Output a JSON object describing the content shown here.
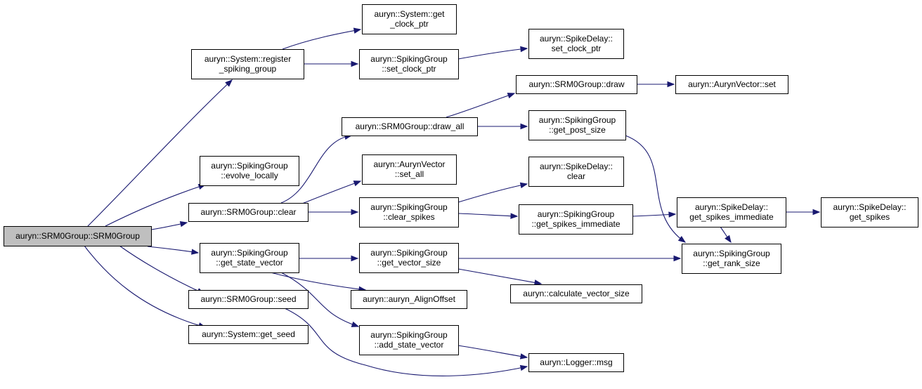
{
  "colors": {
    "node_fill": "#ffffff",
    "root_fill": "#bfbfbf",
    "edge": "#191970",
    "border": "#000000"
  },
  "nodes": [
    {
      "id": "root",
      "lines": [
        "auryn::SRM0Group::SRM0Group"
      ],
      "root": true
    },
    {
      "id": "register",
      "lines": [
        "auryn::System::register",
        "_spiking_group"
      ]
    },
    {
      "id": "get_clock_ptr",
      "lines": [
        "auryn::System::get",
        "_clock_ptr"
      ]
    },
    {
      "id": "sg_set_clock_ptr",
      "lines": [
        "auryn::SpikingGroup",
        "::set_clock_ptr"
      ]
    },
    {
      "id": "sd_set_clock_ptr",
      "lines": [
        "auryn::SpikeDelay::",
        "set_clock_ptr"
      ]
    },
    {
      "id": "evolve_locally",
      "lines": [
        "auryn::SpikingGroup",
        "::evolve_locally"
      ]
    },
    {
      "id": "srm_draw",
      "lines": [
        "auryn::SRM0Group::draw"
      ]
    },
    {
      "id": "av_set",
      "lines": [
        "auryn::AurynVector::set"
      ]
    },
    {
      "id": "srm_draw_all",
      "lines": [
        "auryn::SRM0Group::draw_all"
      ]
    },
    {
      "id": "get_post_size",
      "lines": [
        "auryn::SpikingGroup",
        "::get_post_size"
      ]
    },
    {
      "id": "av_set_all",
      "lines": [
        "auryn::AurynVector",
        "::set_all"
      ]
    },
    {
      "id": "sd_clear",
      "lines": [
        "auryn::SpikeDelay::",
        "clear"
      ]
    },
    {
      "id": "srm_clear",
      "lines": [
        "auryn::SRM0Group::clear"
      ]
    },
    {
      "id": "clear_spikes",
      "lines": [
        "auryn::SpikingGroup",
        "::clear_spikes"
      ]
    },
    {
      "id": "sg_get_spikes_imm",
      "lines": [
        "auryn::SpikingGroup",
        "::get_spikes_immediate"
      ]
    },
    {
      "id": "sd_get_spikes_imm",
      "lines": [
        "auryn::SpikeDelay::",
        "get_spikes_immediate"
      ]
    },
    {
      "id": "sd_get_spikes",
      "lines": [
        "auryn::SpikeDelay::",
        "get_spikes"
      ]
    },
    {
      "id": "get_state_vector",
      "lines": [
        "auryn::SpikingGroup",
        "::get_state_vector"
      ]
    },
    {
      "id": "get_vector_size",
      "lines": [
        "auryn::SpikingGroup",
        "::get_vector_size"
      ]
    },
    {
      "id": "get_rank_size",
      "lines": [
        "auryn::SpikingGroup",
        "::get_rank_size"
      ]
    },
    {
      "id": "calc_vector_size",
      "lines": [
        "auryn::calculate_vector_size"
      ]
    },
    {
      "id": "align_offset",
      "lines": [
        "auryn::auryn_AlignOffset"
      ]
    },
    {
      "id": "srm_seed",
      "lines": [
        "auryn::SRM0Group::seed"
      ]
    },
    {
      "id": "get_seed",
      "lines": [
        "auryn::System::get_seed"
      ]
    },
    {
      "id": "add_state_vector",
      "lines": [
        "auryn::SpikingGroup",
        "::add_state_vector"
      ]
    },
    {
      "id": "logger_msg",
      "lines": [
        "auryn::Logger::msg"
      ]
    }
  ],
  "edges": [
    {
      "from": "root",
      "to": "register"
    },
    {
      "from": "root",
      "to": "evolve_locally"
    },
    {
      "from": "root",
      "to": "srm_clear"
    },
    {
      "from": "root",
      "to": "get_state_vector"
    },
    {
      "from": "root",
      "to": "srm_seed"
    },
    {
      "from": "root",
      "to": "get_seed"
    },
    {
      "from": "register",
      "to": "get_clock_ptr"
    },
    {
      "from": "register",
      "to": "sg_set_clock_ptr"
    },
    {
      "from": "sg_set_clock_ptr",
      "to": "sd_set_clock_ptr"
    },
    {
      "from": "srm_clear",
      "to": "srm_draw_all"
    },
    {
      "from": "srm_clear",
      "to": "av_set_all"
    },
    {
      "from": "srm_clear",
      "to": "clear_spikes"
    },
    {
      "from": "srm_draw_all",
      "to": "srm_draw"
    },
    {
      "from": "srm_draw_all",
      "to": "get_post_size"
    },
    {
      "from": "srm_draw",
      "to": "av_set"
    },
    {
      "from": "get_post_size",
      "to": "get_rank_size"
    },
    {
      "from": "clear_spikes",
      "to": "sd_clear"
    },
    {
      "from": "clear_spikes",
      "to": "sg_get_spikes_imm"
    },
    {
      "from": "sg_get_spikes_imm",
      "to": "sd_get_spikes_imm"
    },
    {
      "from": "sd_get_spikes_imm",
      "to": "sd_get_spikes"
    },
    {
      "from": "sd_get_spikes_imm",
      "to": "get_rank_size"
    },
    {
      "from": "get_state_vector",
      "to": "get_vector_size"
    },
    {
      "from": "get_state_vector",
      "to": "align_offset"
    },
    {
      "from": "get_state_vector",
      "to": "add_state_vector"
    },
    {
      "from": "get_vector_size",
      "to": "get_rank_size"
    },
    {
      "from": "get_vector_size",
      "to": "calc_vector_size"
    },
    {
      "from": "add_state_vector",
      "to": "logger_msg"
    },
    {
      "from": "srm_seed",
      "to": "logger_msg"
    }
  ]
}
